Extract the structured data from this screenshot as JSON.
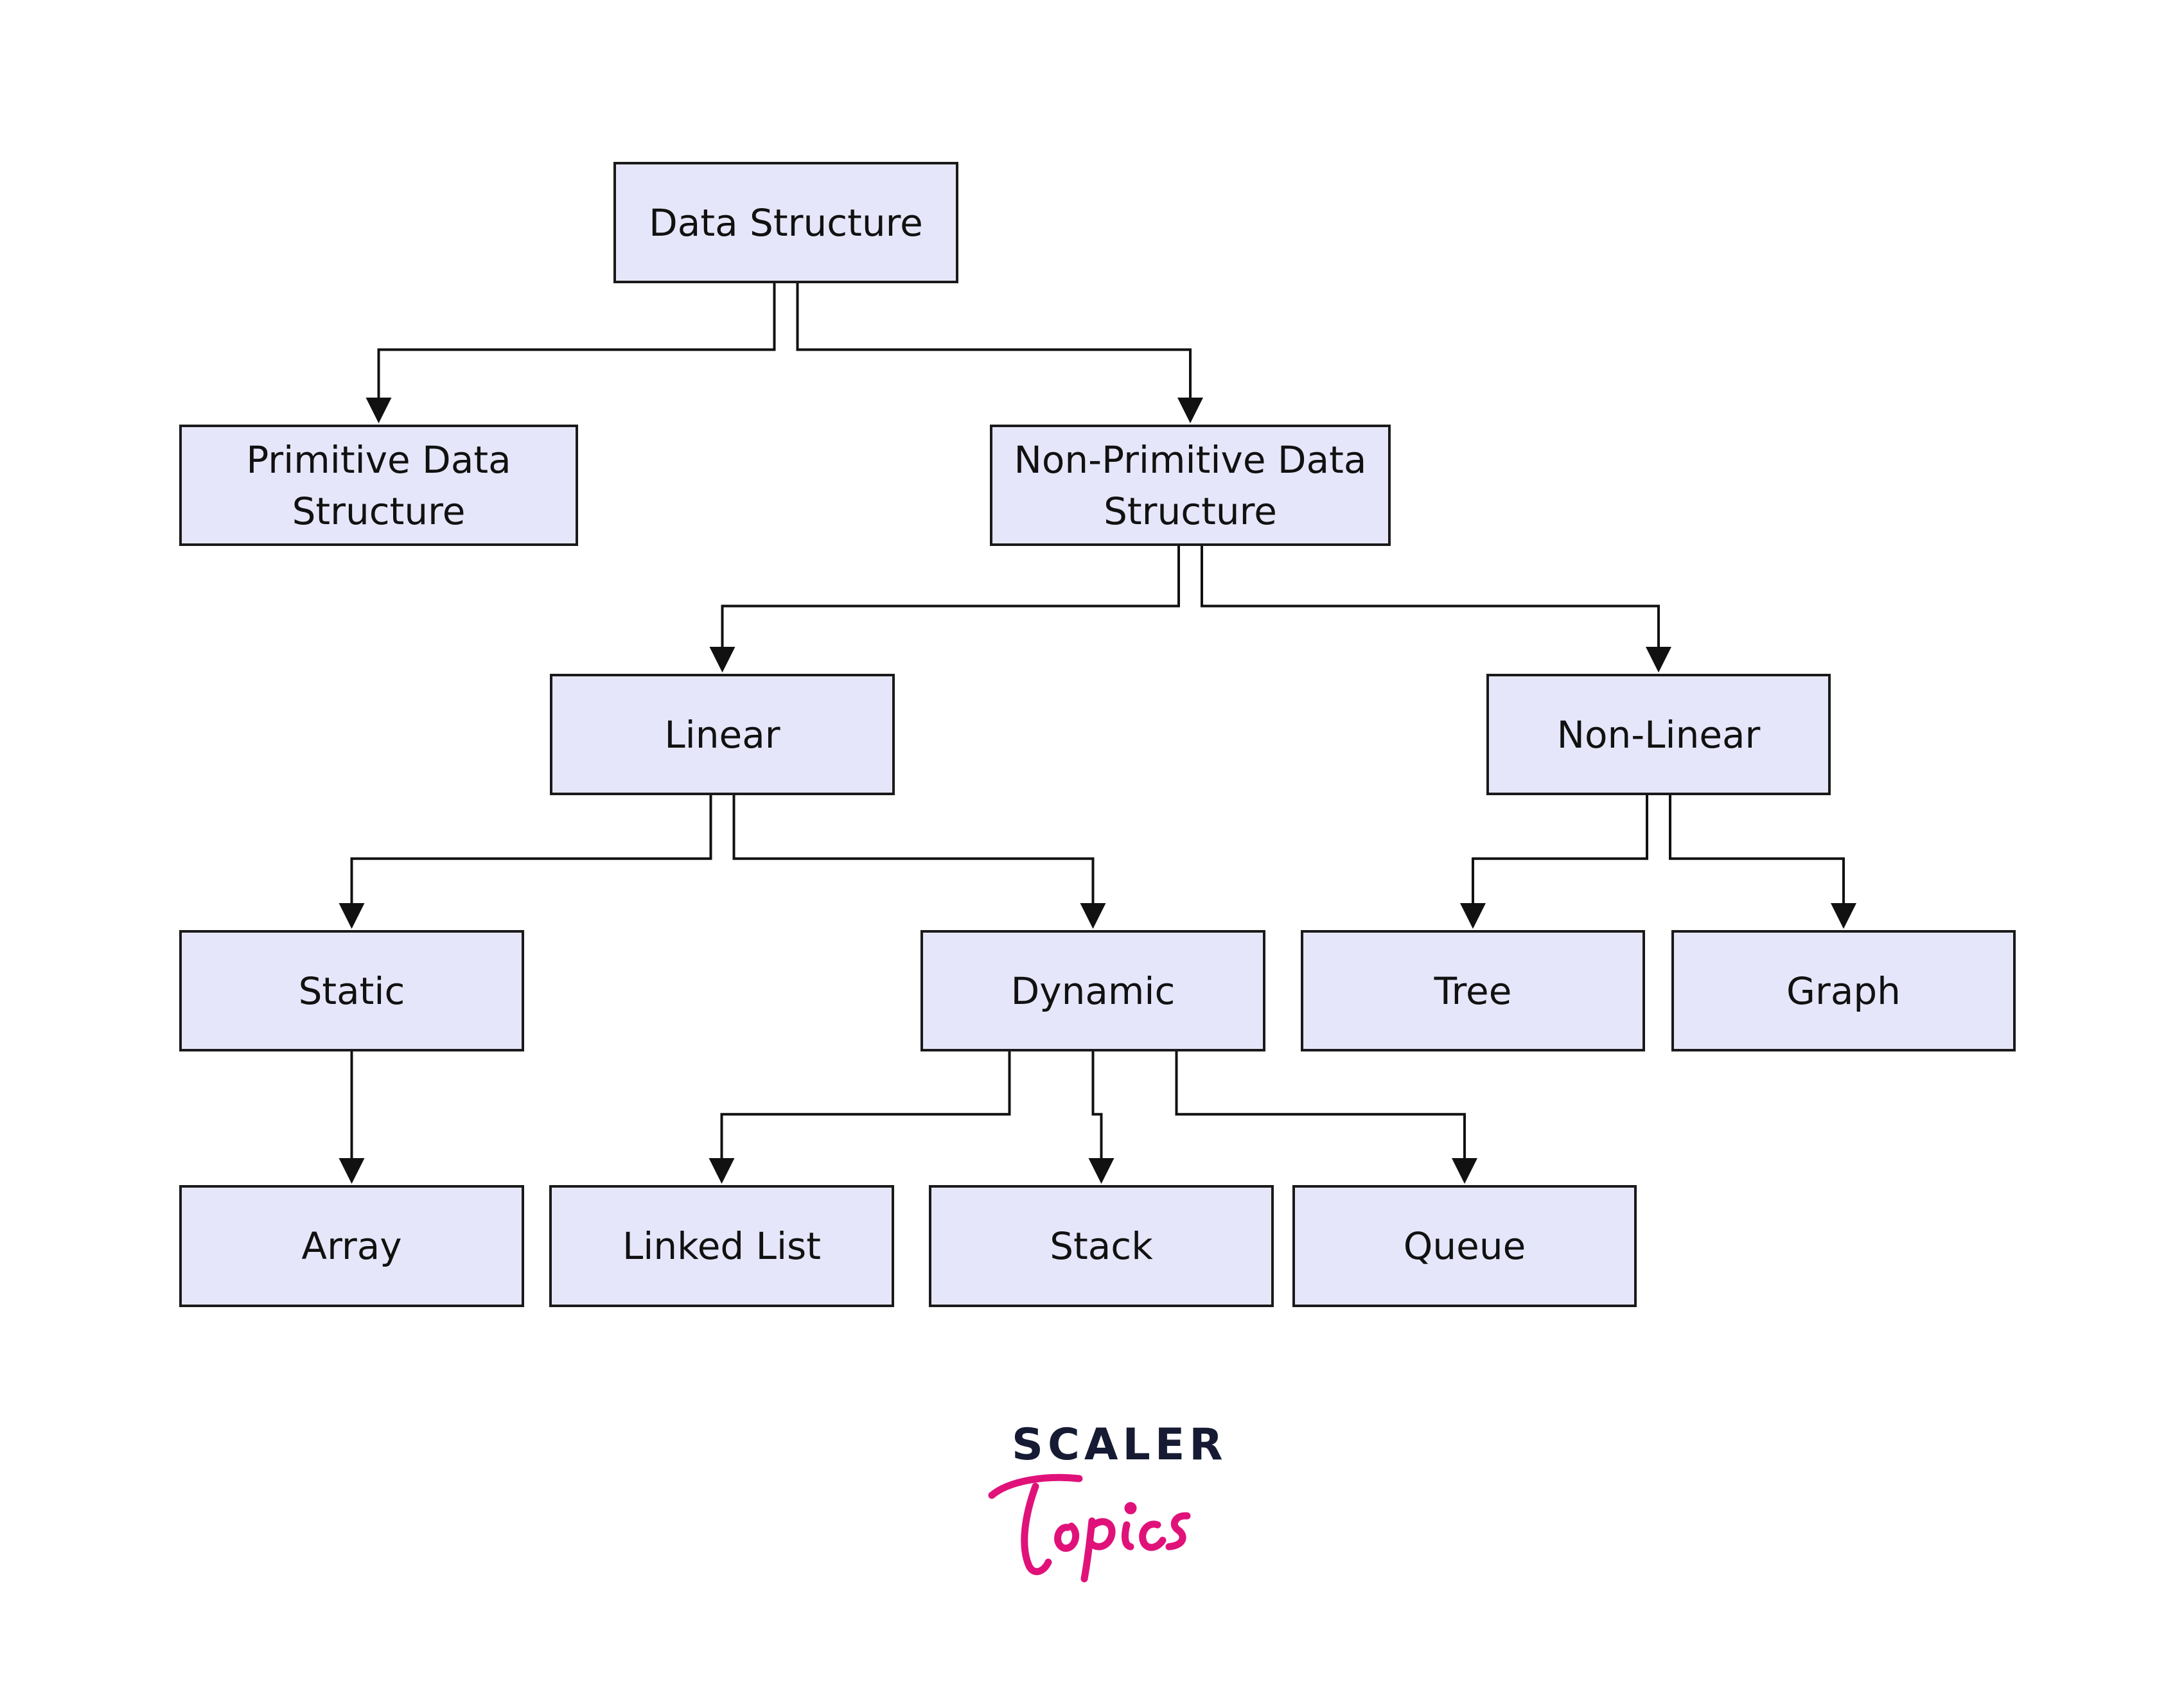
{
  "diagram": {
    "nodes": [
      {
        "id": "data-structure",
        "label": "Data Structure"
      },
      {
        "id": "primitive",
        "label": "Primitive Data Structure"
      },
      {
        "id": "non-primitive",
        "label": "Non-Primitive Data Structure"
      },
      {
        "id": "linear",
        "label": "Linear"
      },
      {
        "id": "non-linear",
        "label": "Non-Linear"
      },
      {
        "id": "static",
        "label": "Static"
      },
      {
        "id": "dynamic",
        "label": "Dynamic"
      },
      {
        "id": "tree",
        "label": "Tree"
      },
      {
        "id": "graph",
        "label": "Graph"
      },
      {
        "id": "array",
        "label": "Array"
      },
      {
        "id": "linked-list",
        "label": "Linked List"
      },
      {
        "id": "stack",
        "label": "Stack"
      },
      {
        "id": "queue",
        "label": "Queue"
      }
    ],
    "edges": [
      [
        "data-structure",
        "primitive"
      ],
      [
        "data-structure",
        "non-primitive"
      ],
      [
        "non-primitive",
        "linear"
      ],
      [
        "non-primitive",
        "non-linear"
      ],
      [
        "linear",
        "static"
      ],
      [
        "linear",
        "dynamic"
      ],
      [
        "non-linear",
        "tree"
      ],
      [
        "non-linear",
        "graph"
      ],
      [
        "static",
        "array"
      ],
      [
        "dynamic",
        "linked-list"
      ],
      [
        "dynamic",
        "stack"
      ],
      [
        "dynamic",
        "queue"
      ]
    ]
  },
  "logo": {
    "brand": "SCALER",
    "product": "Topics",
    "brand_color": "#161b33",
    "product_color": "#e0127a"
  },
  "colors": {
    "node_fill": "#e6e6fa",
    "node_border": "#1a1a1a",
    "edge": "#111111"
  }
}
